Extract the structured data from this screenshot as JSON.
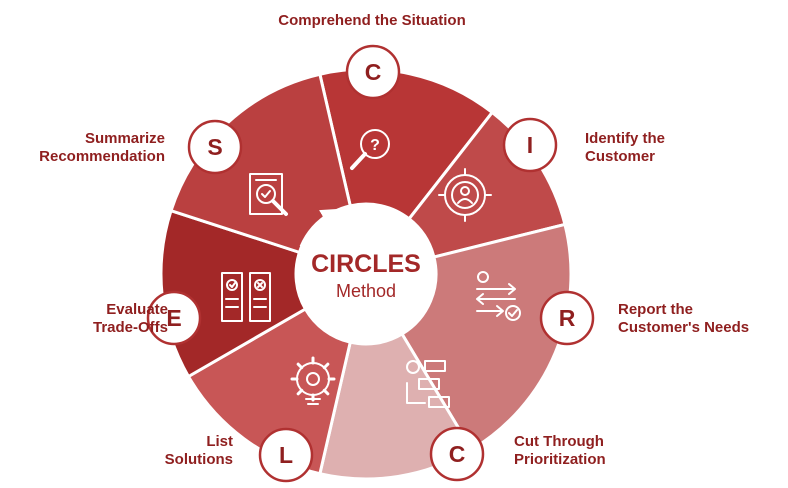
{
  "center": {
    "title": "CIRCLES",
    "subtitle": "Method"
  },
  "colors": {
    "wheel_stroke": "#ffffff",
    "text": "#8f1f1f",
    "icon": "#ffffff",
    "badge_bg": "#ffffff",
    "badge_border": "#b03131",
    "badge_text": "#8f1f1f"
  },
  "steps": [
    {
      "letter": "C",
      "label": [
        "Comprehend the Situation"
      ],
      "icon": "magnifier-question-icon",
      "color": "#b83636"
    },
    {
      "letter": "I",
      "label": [
        "Identify the",
        "Customer"
      ],
      "icon": "target-user-icon",
      "color": "#bf4a4a"
    },
    {
      "letter": "R",
      "label": [
        "Report the",
        "Customer's Needs"
      ],
      "icon": "flow-check-icon",
      "color": "#cc7a7a"
    },
    {
      "letter": "C",
      "label": [
        "Cut Through",
        "Prioritization"
      ],
      "icon": "ranked-list-icon",
      "color": "#deb0b0"
    },
    {
      "letter": "L",
      "label": [
        "List",
        "Solutions"
      ],
      "icon": "gear-bulb-icon",
      "color": "#c85656"
    },
    {
      "letter": "E",
      "label": [
        "Evaluate",
        "Trade-Offs"
      ],
      "icon": "compare-docs-icon",
      "color": "#a32828"
    },
    {
      "letter": "S",
      "label": [
        "Summarize",
        "Recommendation"
      ],
      "icon": "report-magnifier-icon",
      "color": "#ba4040"
    }
  ]
}
